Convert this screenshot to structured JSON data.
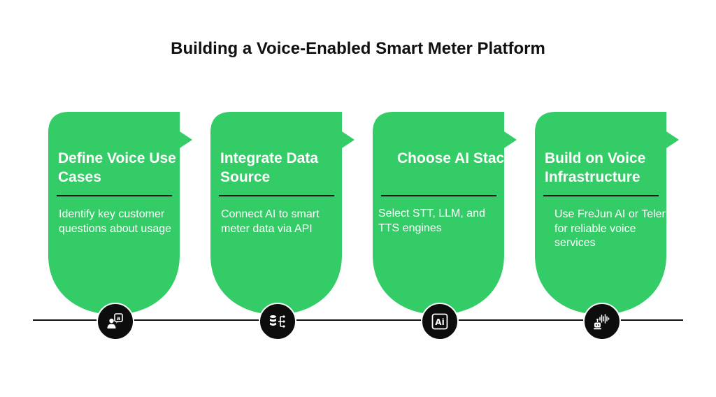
{
  "title": "Building a Voice-Enabled Smart Meter Platform",
  "colors": {
    "card": "#33cc66",
    "timeline": "#111111",
    "icon_bg": "#0d0d0d",
    "text_on_card": "#ffffff"
  },
  "steps": [
    {
      "heading": "Define Voice Use Cases",
      "description": "Identify key customer questions about usage",
      "icon": "chat-user-icon"
    },
    {
      "heading": "Integrate Data Source",
      "description": "Connect AI to smart meter data via API",
      "icon": "data-integration-icon"
    },
    {
      "heading": "Choose AI Stack",
      "description": "Select STT, LLM, and TTS engines",
      "icon": "ai-chip-icon",
      "icon_text": "Ai"
    },
    {
      "heading": "Build on Voice Infrastructure",
      "description": "Use FreJun AI or Teler for reliable voice services",
      "icon": "voice-robot-icon"
    }
  ]
}
